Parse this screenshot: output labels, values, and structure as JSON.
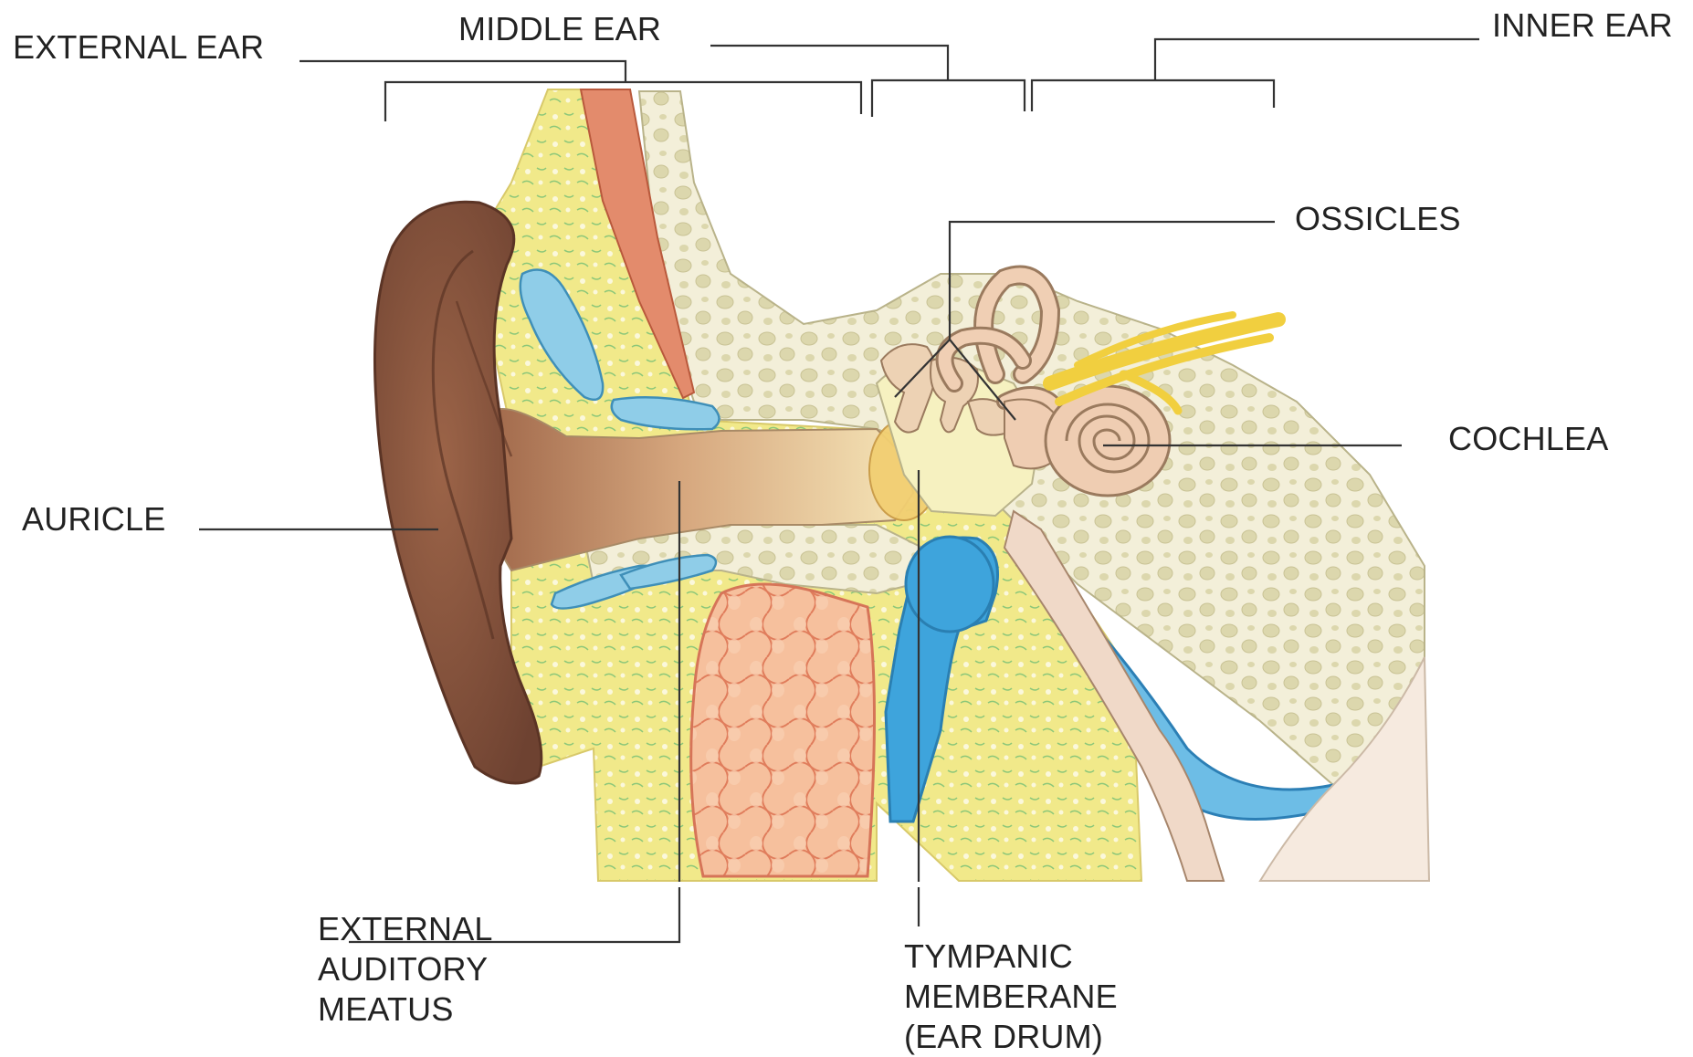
{
  "labels": {
    "external_ear": "EXTERNAL EAR",
    "middle_ear": "MIDDLE EAR",
    "inner_ear": "INNER EAR",
    "ossicles": "OSSICLES",
    "cochlea": "COCHLEA",
    "auricle": "AURICLE",
    "external_auditory_meatus": [
      "EXTERNAL",
      "AUDITORY",
      "MEATUS"
    ],
    "tympanic_membrane": [
      "TYMPANIC",
      "MEMBERANE",
      "(EAR DRUM)"
    ]
  },
  "colors": {
    "skin_brown": "#8b5a43",
    "fat_yellow": "#f3ea8f",
    "bone_cream": "#f1ecd4",
    "cartilage_blue": "#7fc3e6",
    "muscle_red": "#e0866a",
    "gland_orange": "#f0a684",
    "nerve_yellow": "#f2d24a",
    "tube_blue": "#3ea4dc",
    "leader_line": "#333333"
  }
}
